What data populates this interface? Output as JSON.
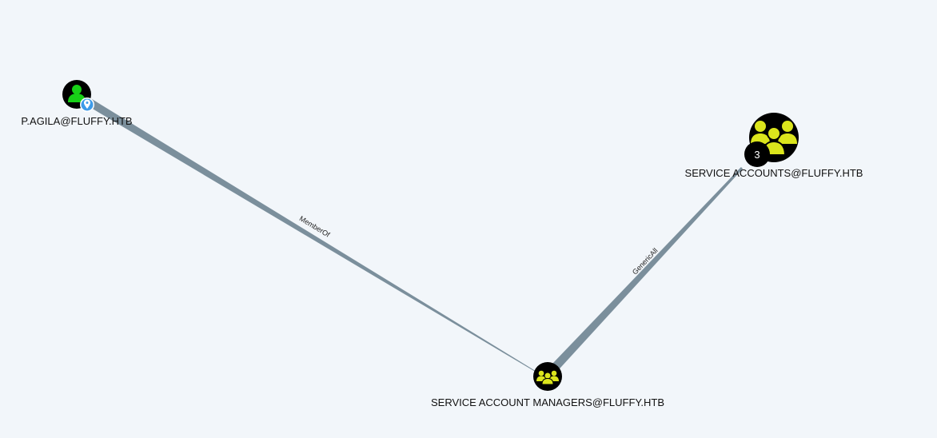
{
  "graph": {
    "nodes": [
      {
        "id": "p_agila",
        "label": "P.AGILA@FLUFFY.HTB",
        "kind": "user",
        "icon": "user-icon",
        "icon_color": "#17d117",
        "fill": "#000000",
        "owned_marker": true,
        "owned_marker_icon": "map-pin-icon",
        "owned_marker_color": "#3d9be9"
      },
      {
        "id": "service_account_managers",
        "label": "SERVICE ACCOUNT MANAGERS@FLUFFY.HTB",
        "kind": "group",
        "icon": "group-icon",
        "icon_color": "#dbe51c",
        "fill": "#000000"
      },
      {
        "id": "service_accounts",
        "label": "SERVICE ACCOUNTS@FLUFFY.HTB",
        "kind": "group",
        "icon": "group-icon",
        "icon_color": "#dbe51c",
        "fill": "#000000",
        "count_badge": "3"
      }
    ],
    "edges": [
      {
        "id": "edge_memberof",
        "label": "MemberOf",
        "source": "p_agila",
        "target": "service_account_managers",
        "color": "#7b8f9c"
      },
      {
        "id": "edge_genericall",
        "label": "GenericAll",
        "source": "service_account_managers",
        "target": "service_accounts",
        "color": "#7b8f9c"
      }
    ]
  }
}
